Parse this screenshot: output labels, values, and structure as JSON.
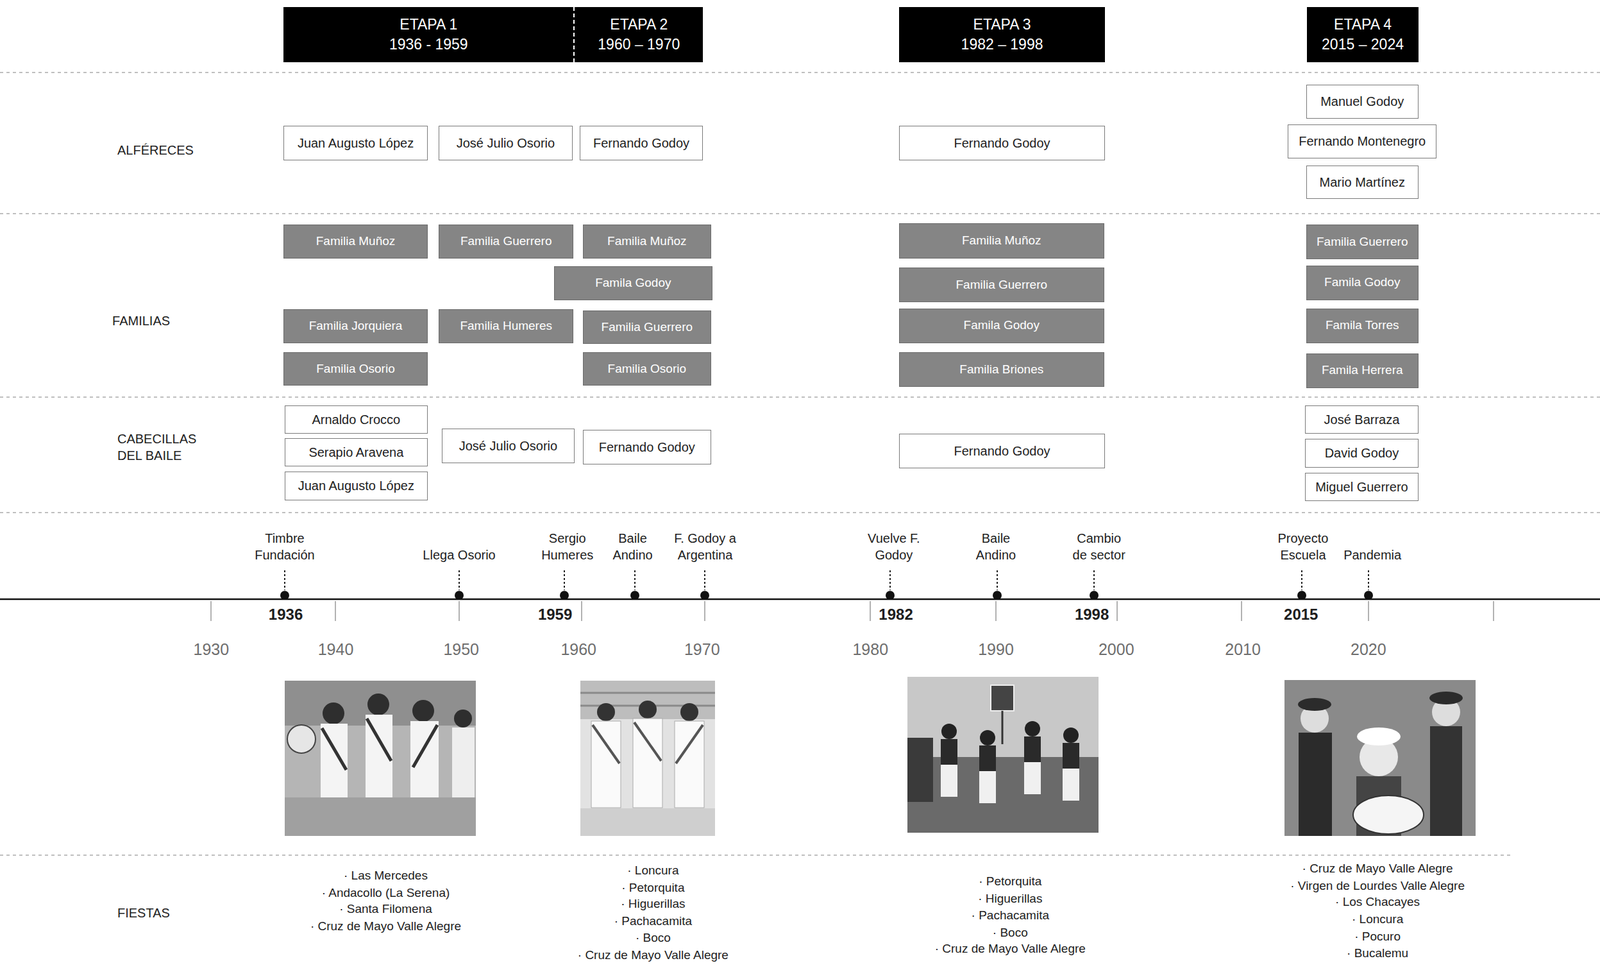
{
  "diagram": {
    "nodes": [
      {
        "text": [
          "ETAPA 1",
          "1936 - 1959"
        ]
      },
      {
        "text": [
          "ETAPA 2",
          "1960 – 1970"
        ]
      },
      {
        "text": [
          "ETAPA 3",
          "1982 – 1998"
        ]
      },
      {
        "text": [
          "ETAPA 4",
          "2015 – 2024"
        ]
      },
      {
        "text": [
          "Juan Augusto López"
        ]
      },
      {
        "text": [
          "José Julio Osorio"
        ]
      },
      {
        "text": [
          "Fernando Godoy"
        ]
      },
      {
        "text": [
          "Fernando Godoy"
        ]
      },
      {
        "text": [
          "Manuel Godoy"
        ]
      },
      {
        "text": [
          "Fernando Montenegro"
        ]
      },
      {
        "text": [
          "Mario Martínez"
        ]
      },
      {
        "text": [
          "Familia Muñoz"
        ]
      },
      {
        "text": [
          "Familia Guerrero"
        ]
      },
      {
        "text": [
          "Familia Muñoz"
        ]
      },
      {
        "text": [
          "Famila Godoy"
        ]
      },
      {
        "text": [
          "Familia Jorquiera"
        ]
      },
      {
        "text": [
          "Familia Humeres"
        ]
      },
      {
        "text": [
          "Familia Guerrero"
        ]
      },
      {
        "text": [
          "Familia Osorio"
        ]
      },
      {
        "text": [
          "Familia Osorio"
        ]
      },
      {
        "text": [
          "Familia Muñoz"
        ]
      },
      {
        "text": [
          "Familia Guerrero"
        ]
      },
      {
        "text": [
          "Famila Godoy"
        ]
      },
      {
        "text": [
          "Familia Briones"
        ]
      },
      {
        "text": [
          "Familia Guerrero"
        ]
      },
      {
        "text": [
          "Famila Godoy"
        ]
      },
      {
        "text": [
          "Famila Torres"
        ]
      },
      {
        "text": [
          "Famila Herrera"
        ]
      },
      {
        "text": [
          "Arnaldo Crocco"
        ]
      },
      {
        "text": [
          "Serapio Aravena"
        ]
      },
      {
        "text": [
          "Juan Augusto López"
        ]
      },
      {
        "text": [
          "José Julio Osorio"
        ]
      },
      {
        "text": [
          "Fernando Godoy"
        ]
      },
      {
        "text": [
          "Fernando Godoy"
        ]
      },
      {
        "text": [
          "José Barraza"
        ]
      },
      {
        "text": [
          "David Godoy"
        ]
      },
      {
        "text": [
          "Miguel Guerrero"
        ]
      }
    ],
    "labels": [
      "ALFÉRECES",
      "FAMILIAS",
      "CABECILLAS DEL BAILE",
      "FIESTAS",
      "Timbre Fundación",
      "Llega Osorio",
      "Sergio Humeres",
      "Baile Andino",
      "F. Godoy a Argentina",
      "Vuelve F. Godoy",
      "Baile Andino",
      "Cambio de sector",
      "Proyecto Escuela",
      "Pandemia",
      "1936",
      "1959",
      "1982",
      "1998",
      "2015",
      "1930",
      "1940",
      "1950",
      "1960",
      "1970",
      "1980",
      "1990",
      "2000",
      "2010",
      "2020",
      "· Las Mercedes",
      "· Andacollo (La Serena)",
      "· Santa Filomena",
      "· Cruz de Mayo Valle Alegre",
      "· Loncura",
      "· Petorquita",
      "· Higuerillas",
      "· Pachacamita",
      "· Boco",
      "· Cruz de Mayo Valle Alegre",
      "· Petorquita",
      "· Higuerillas",
      "· Pachacamita",
      "· Boco",
      "· Cruz de Mayo Valle Alegre",
      "· Cruz de Mayo Valle Alegre",
      "· Virgen de Lourdes Valle Alegre",
      "· Los Chacayes",
      "· Loncura",
      "· Pocuro",
      "· Bucalemu"
    ]
  }
}
